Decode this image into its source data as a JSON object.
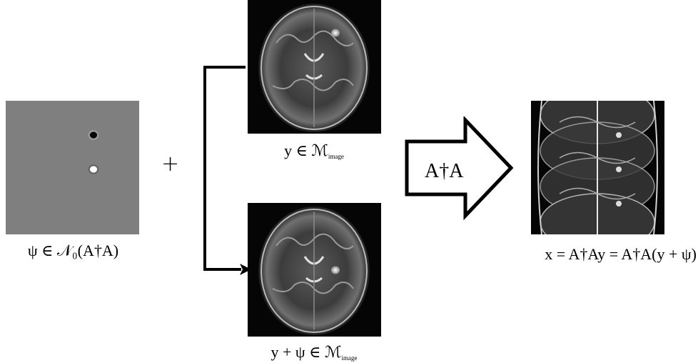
{
  "null_space": {
    "label": "ψ ∈ 𝒩₀(A†A)"
  },
  "plus_sign": "+",
  "clean_image": {
    "label_main": "y ∈ ℳ",
    "label_sub": "image"
  },
  "perturbed_image": {
    "label_main": "y + ψ ∈ ℳ",
    "label_sub": "image"
  },
  "operator": {
    "label": "A†A"
  },
  "measurement": {
    "label": "x = A†Ay = A†A(y + ψ)"
  },
  "colors": {
    "null_space_bg": "#7f7f7f",
    "arrow": "#000000",
    "scan_bg": "#050505"
  }
}
